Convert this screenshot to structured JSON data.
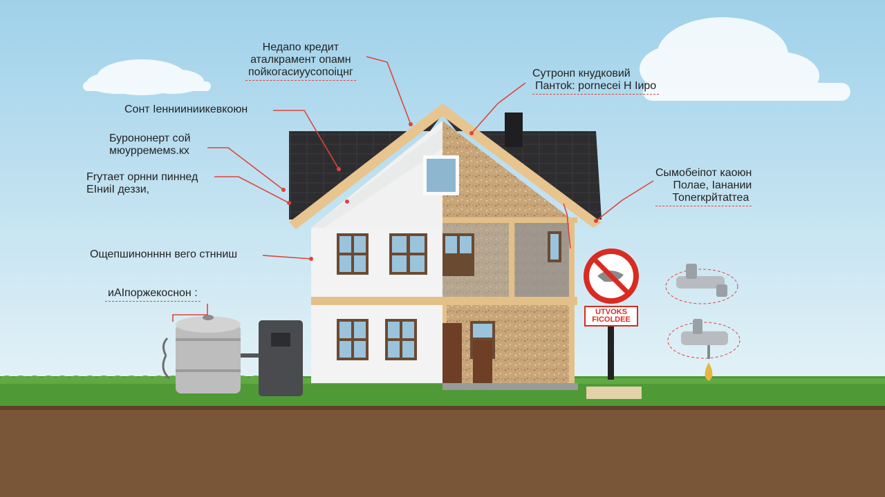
{
  "labels": {
    "top_center": [
      "Недапо кредит",
      "аталкрамент опамн",
      "пойкогасиуусопоіцнг"
    ],
    "top_right": [
      "Сутронп кнудковий",
      "Пантоk: pornecei Н Іиро"
    ],
    "left_1": [
      "Сонт Іеннииниикевкоюн"
    ],
    "left_2": [
      "Бурононерт сой",
      "мюурремемs.кх"
    ],
    "left_3": [
      "Frутает орнни пиннед",
      "ЕІниіІ деззи,"
    ],
    "left_4": [
      "Ощепшинонннн вего стнниш"
    ],
    "left_5": [
      "иАІпоржекоснон :"
    ],
    "right_1": [
      "Сымобеіпот каоюн",
      "Полае, Іанании",
      "Тоnеrкрйтаtтеа"
    ]
  },
  "sign": {
    "text": [
      "UTVOKS",
      "FICOLDEE"
    ]
  },
  "colors": {
    "sky": "#bfe3f3",
    "grass": "#4f9a37",
    "soil": "#7a5638",
    "roof": "#2f2f31",
    "wall": "#f2f3f2",
    "trim": "#e4c089",
    "insulation": "#c9a77a",
    "annotation": "#e0433a"
  }
}
